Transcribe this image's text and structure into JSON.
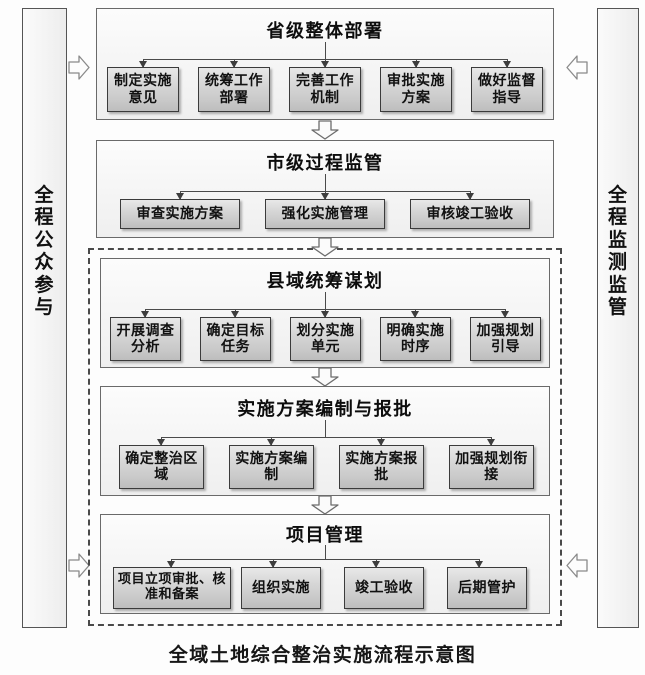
{
  "caption": "全域土地综合整治实施流程示意图",
  "side_panels": {
    "left": {
      "label": "全程公众参与",
      "arrow_icon": "arrow-right-hollow-icon"
    },
    "right": {
      "label": "全程监测监管",
      "arrow_icon": "arrow-left-hollow-icon"
    }
  },
  "flow_arrow_icon": "arrow-down-hollow-icon",
  "stages": [
    {
      "id": "provincial-deployment",
      "title": "省级整体部署",
      "items": [
        "制定实施意见",
        "统筹工作部署",
        "完善工作机制",
        "审批实施方案",
        "做好监督指导"
      ]
    },
    {
      "id": "municipal-supervision",
      "title": "市级过程监管",
      "items": [
        "审查实施方案",
        "强化实施管理",
        "审核竣工验收"
      ]
    },
    {
      "id": "county-planning",
      "title": "县域统筹谋划",
      "items": [
        "开展调查分析",
        "确定目标任务",
        "划分实施单元",
        "明确实施时序",
        "加强规划引导"
      ]
    },
    {
      "id": "scheme-compilation",
      "title": "实施方案编制与报批",
      "items": [
        "确定整治区域",
        "实施方案编制",
        "实施方案报批",
        "加强规划衔接"
      ]
    },
    {
      "id": "project-management",
      "title": "项目管理",
      "items": [
        "项目立项审批、核准和备案",
        "组织实施",
        "竣工验收",
        "后期管护"
      ]
    }
  ]
}
